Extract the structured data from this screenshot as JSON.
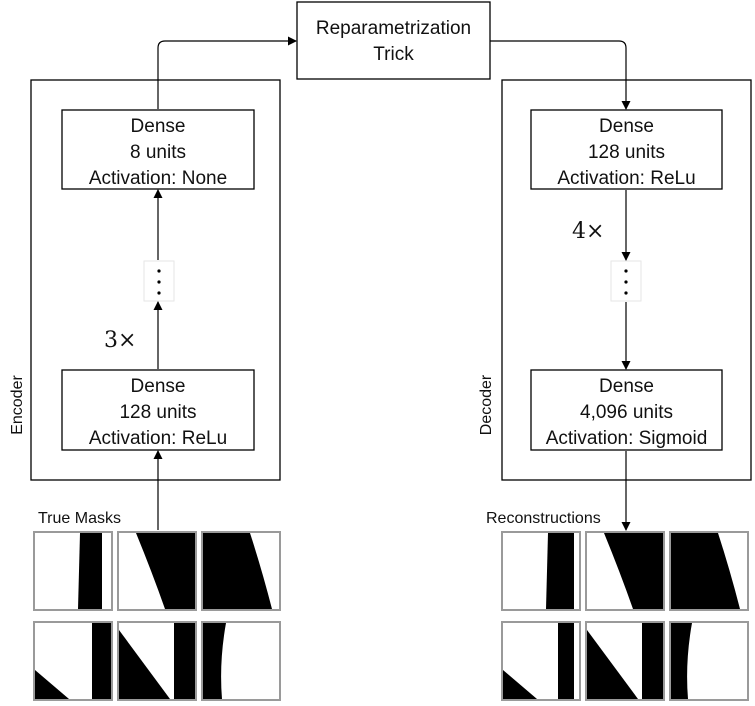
{
  "reparam": {
    "line1": "Reparametrization",
    "line2": "Trick"
  },
  "encoder": {
    "label": "Encoder",
    "top_layer": {
      "title": "Dense",
      "units": "8 units",
      "activation": "Activation: None"
    },
    "bottom_layer": {
      "title": "Dense",
      "units": "128 units",
      "activation": "Activation: ReLu"
    },
    "repeat": "3×"
  },
  "decoder": {
    "label": "Decoder",
    "top_layer": {
      "title": "Dense",
      "units": "128 units",
      "activation": "Activation: ReLu"
    },
    "bottom_layer": {
      "title": "Dense",
      "units": "4,096 units",
      "activation": "Activation: Sigmoid"
    },
    "repeat": "4×"
  },
  "true_masks_label": "True Masks",
  "reconstructions_label": "Reconstructions"
}
